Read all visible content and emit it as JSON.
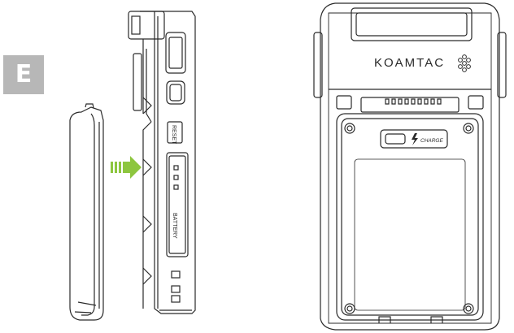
{
  "step": {
    "label": "E"
  },
  "device": {
    "brand": "KOAMTAC",
    "charge_label": "CHARGE",
    "battery_label": "BATTERY",
    "reset_label": "RESET"
  },
  "colors": {
    "line": "#2a2a2a",
    "arrow": "#8dc63f",
    "badge": "#b7b7b7",
    "background": "#ffffff"
  },
  "icons": {
    "arrow": "insert-arrow-icon",
    "speaker": "speaker-grille-icon",
    "charge": "lightning-icon"
  }
}
